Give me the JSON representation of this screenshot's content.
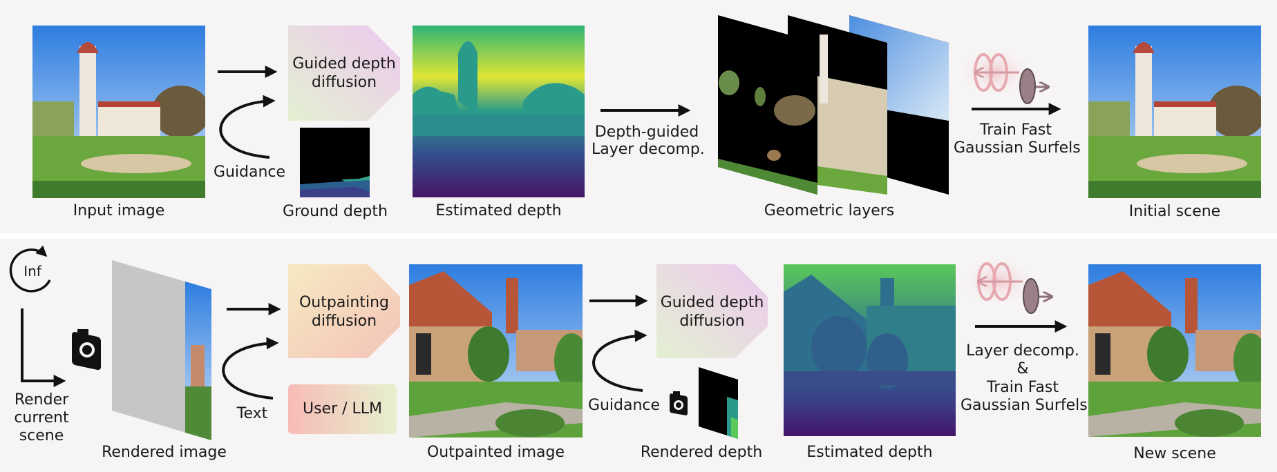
{
  "top_row": {
    "input_image_label": "Input image",
    "guided_box_line1": "Guided depth",
    "guided_box_line2": "diffusion",
    "guidance_label": "Guidance",
    "ground_depth_label": "Ground depth",
    "estimated_depth_label": "Estimated depth",
    "layer_decomp_line1": "Depth-guided",
    "layer_decomp_line2": "Layer decomp.",
    "geometric_layers_label": "Geometric layers",
    "train_line1": "Train Fast",
    "train_line2": "Gaussian Surfels",
    "initial_scene_label": "Initial scene"
  },
  "bottom_row": {
    "inf_label": "Inf",
    "render_line1": "Render",
    "render_line2": "current",
    "render_line3": "scene",
    "rendered_image_label": "Rendered image",
    "outpaint_box_line1": "Outpainting",
    "outpaint_box_line2": "diffusion",
    "text_label": "Text",
    "user_llm_label": "User / LLM",
    "outpainted_image_label": "Outpainted image",
    "guided_box_line1": "Guided depth",
    "guided_box_line2": "diffusion",
    "guidance_label": "Guidance",
    "rendered_depth_label": "Rendered depth",
    "estimated_depth_label": "Estimated depth",
    "layer_line1": "Layer decomp.",
    "layer_line2": "&",
    "layer_line3": "Train Fast",
    "layer_line4": "Gaussian Surfels",
    "new_scene_label": "New scene"
  },
  "colors": {
    "panel_bg": "#f6f4f4",
    "arrow": "#111111",
    "surfel_pink": "#e7a9b0",
    "surfel_gray": "#9a7f86"
  },
  "icons": [
    "camera-icon",
    "refresh-loop-icon",
    "gaussian-surfel-icon"
  ]
}
